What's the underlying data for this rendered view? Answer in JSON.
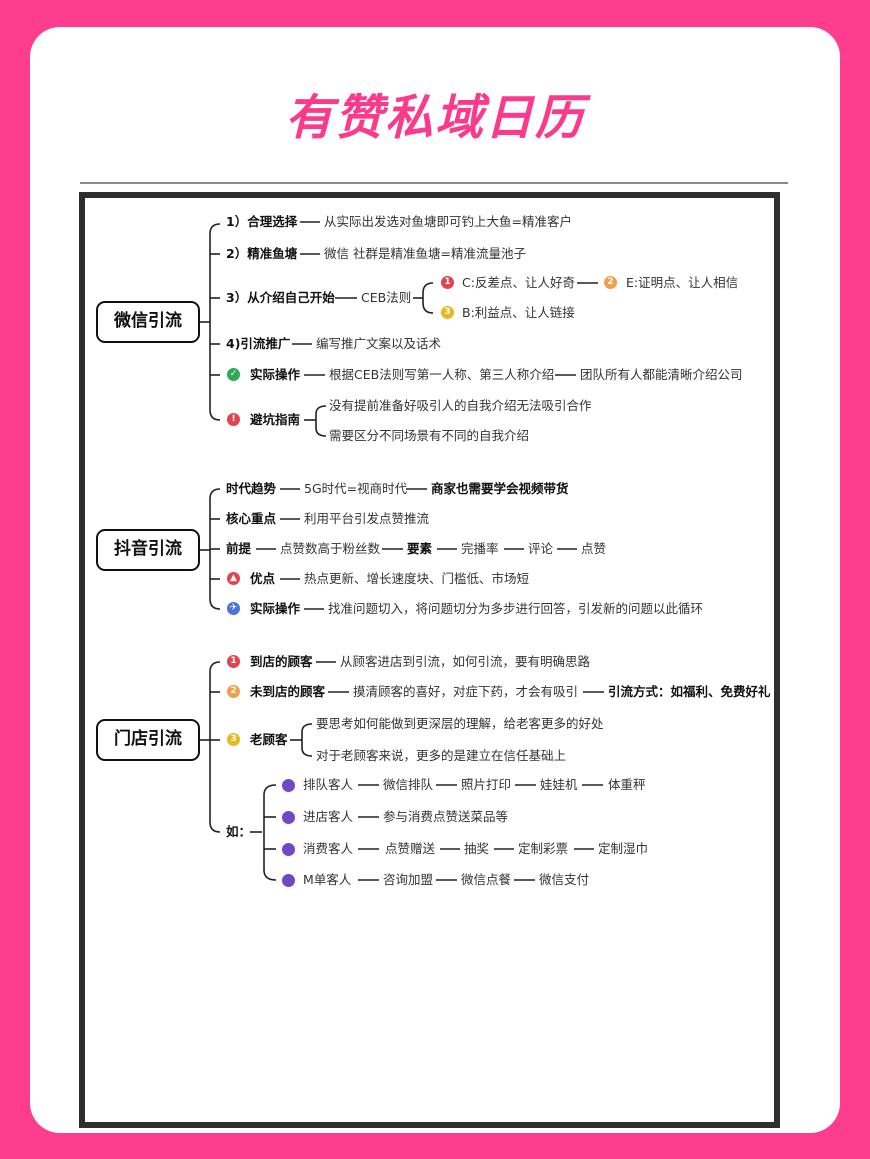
{
  "title": "有赞私域日历",
  "colors": {
    "background": "#fe3d8e",
    "title": "#fb3a8c",
    "red": "#e0454f",
    "orange": "#f0a04a",
    "yellow": "#e7b820",
    "green": "#2fa85a",
    "blue": "#4a73d6",
    "purple": "#7048c6"
  },
  "wechat": {
    "root": "微信引流",
    "b1_label": "1）合理选择",
    "b1_text": "从实际出发选对鱼塘即可钓上大鱼=精准客户",
    "b2_label": "2）精准鱼塘",
    "b2_text": "微信 社群是精准鱼塘=精准流量池子",
    "b3_label": "3）从介绍自己开始",
    "b3_method": "CEB法则",
    "c_text": "C:反差点、让人好奇",
    "e_text": "E:证明点、让人相信",
    "bpt_text": "B:利益点、让人链接",
    "b4_label": "4)引流推广",
    "b4_text": "编写推广文案以及话术",
    "b5_label": "实际操作",
    "b5_text1": "根据CEB法则写第一人称、第三人称介绍",
    "b5_text2": "团队所有人都能清晰介绍公司",
    "b6_label": "避坑指南",
    "b6_sub1": "没有提前准备好吸引人的自我介绍无法吸引合作",
    "b6_sub2": "需要区分不同场景有不同的自我介绍"
  },
  "douyin": {
    "root": "抖音引流",
    "t1_label": "时代趋势",
    "t1_text1": "5G时代=视商时代",
    "t1_text2": "商家也需要学会视频带货",
    "t2_label": "核心重点",
    "t2_text": "利用平台引发点赞推流",
    "t3_label": "前提",
    "t3_text1": "点赞数高于粉丝数",
    "t3_text2": "要素",
    "t3_text3": "完播率",
    "t3_text4": "评论",
    "t3_text5": "点赞",
    "t4_label": "优点",
    "t4_text": "热点更新、增长速度块、门槛低、市场短",
    "t5_label": "实际操作",
    "t5_text": "找准问题切入，将问题切分为多步进行回答，引发新的问题以此循环"
  },
  "store": {
    "root": "门店引流",
    "s1_label": "到店的顾客",
    "s1_text": "从顾客进店到引流，如何引流，要有明确思路",
    "s2_label": "未到店的顾客",
    "s2_text1": "摸清顾客的喜好，对症下药，才会有吸引",
    "s2_text2": "引流方式：如福利、免费好礼",
    "s3_label": "老顾客",
    "s3_sub1": "要思考如何能做到更深层的理解，给老客更多的好处",
    "s3_sub2": "对于老顾客来说，更多的是建立在信任基础上",
    "s4_label": "如：",
    "r1_label": "排队客人",
    "r1_t1": "微信排队",
    "r1_t2": "照片打印",
    "r1_t3": "娃娃机",
    "r1_t4": "体重秤",
    "r2_label": "进店客人",
    "r2_t1": "参与消费点赞送菜品等",
    "r3_label": "消费客人",
    "r3_t1": "点赞赠送",
    "r3_t2": "抽奖",
    "r3_t3": "定制彩票",
    "r3_t4": "定制湿巾",
    "r4_label": "M单客人",
    "r4_t1": "咨询加盟",
    "r4_t2": "微信点餐",
    "r4_t3": "微信支付"
  }
}
